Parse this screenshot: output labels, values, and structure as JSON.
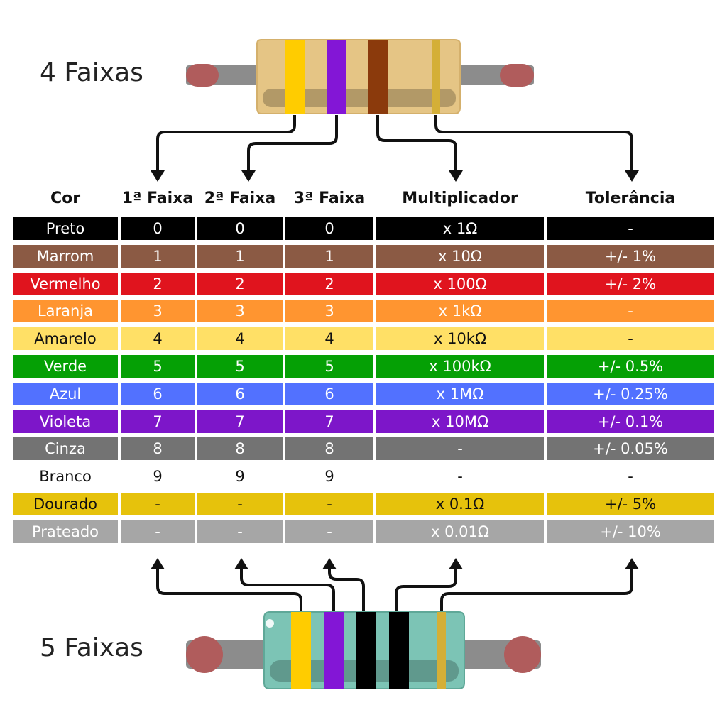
{
  "labels": {
    "four_bands": "4 Faixas",
    "five_bands": "5 Faixas"
  },
  "headers": [
    "Cor",
    "1ª Faixa",
    "2ª Faixa",
    "3ª Faixa",
    "Multiplicador",
    "Tolerância"
  ],
  "rows": [
    {
      "name": "Preto",
      "d1": "0",
      "d2": "0",
      "d3": "0",
      "mult": "x 1Ω",
      "tol": "-",
      "bg": "#000000",
      "fg": "#ffffff"
    },
    {
      "name": "Marrom",
      "d1": "1",
      "d2": "1",
      "d3": "1",
      "mult": "x 10Ω",
      "tol": "+/- 1%",
      "bg": "#8b5a44",
      "fg": "#ffffff"
    },
    {
      "name": "Vermelho",
      "d1": "2",
      "d2": "2",
      "d3": "2",
      "mult": "x 100Ω",
      "tol": "+/- 2%",
      "bg": "#e0141e",
      "fg": "#ffffff"
    },
    {
      "name": "Laranja",
      "d1": "3",
      "d2": "3",
      "d3": "3",
      "mult": "x 1kΩ",
      "tol": "-",
      "bg": "#ff9530",
      "fg": "#ffffff"
    },
    {
      "name": "Amarelo",
      "d1": "4",
      "d2": "4",
      "d3": "4",
      "mult": "x 10kΩ",
      "tol": "-",
      "bg": "#ffe066",
      "fg": "#111111"
    },
    {
      "name": "Verde",
      "d1": "5",
      "d2": "5",
      "d3": "5",
      "mult": "x 100kΩ",
      "tol": "+/- 0.5%",
      "bg": "#05a005",
      "fg": "#ffffff"
    },
    {
      "name": "Azul",
      "d1": "6",
      "d2": "6",
      "d3": "6",
      "mult": "x 1MΩ",
      "tol": "+/- 0.25%",
      "bg": "#5271ff",
      "fg": "#ffffff"
    },
    {
      "name": "Violeta",
      "d1": "7",
      "d2": "7",
      "d3": "7",
      "mult": "x 10MΩ",
      "tol": "+/- 0.1%",
      "bg": "#7d16c9",
      "fg": "#ffffff"
    },
    {
      "name": "Cinza",
      "d1": "8",
      "d2": "8",
      "d3": "8",
      "mult": "-",
      "tol": "+/- 0.05%",
      "bg": "#737373",
      "fg": "#ffffff"
    },
    {
      "name": "Branco",
      "d1": "9",
      "d2": "9",
      "d3": "9",
      "mult": "-",
      "tol": "-",
      "bg": "#ffffff",
      "fg": "#111111"
    },
    {
      "name": "Dourado",
      "d1": "-",
      "d2": "-",
      "d3": "-",
      "mult": "x 0.1Ω",
      "tol": "+/- 5%",
      "bg": "#e6c20c",
      "fg": "#111111"
    },
    {
      "name": "Prateado",
      "d1": "-",
      "d2": "-",
      "d3": "-",
      "mult": "x 0.01Ω",
      "tol": "+/- 10%",
      "bg": "#a6a6a6",
      "fg": "#ffffff"
    }
  ],
  "colors": {
    "lead": "#8c8c8c",
    "lead_tip": "#b05c5c",
    "body_4": "#e5c585",
    "body_5": "#7cc4b5",
    "arrow": "#111111"
  },
  "resistor_4_bands": [
    "#ffcc00",
    "#8316d6",
    "#8b3a0c",
    "#d4af37"
  ],
  "resistor_5_bands": [
    "#ffcc00",
    "#8316d6",
    "#000000",
    "#000000",
    "#d4af37"
  ],
  "icons": [
    "arrow-down-icon",
    "arrow-up-icon"
  ]
}
